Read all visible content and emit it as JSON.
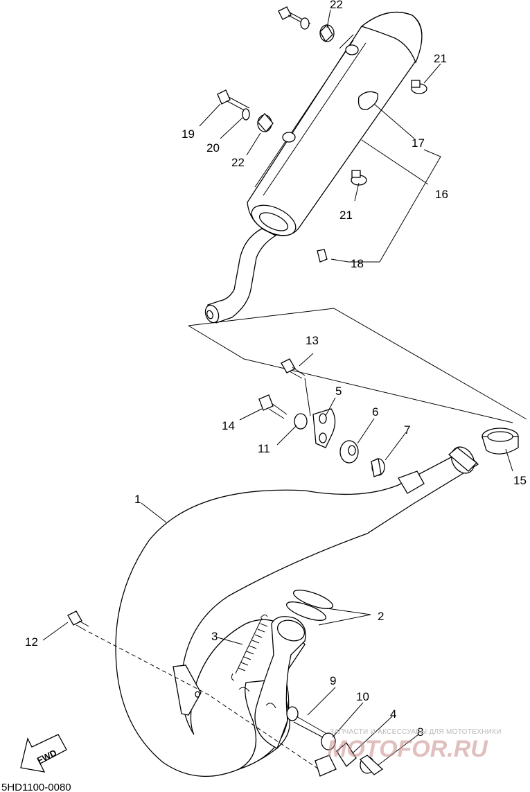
{
  "diagram": {
    "code": "5HD1100-0080",
    "fwd_label": "FWD",
    "watermark": {
      "tagline": "ЗАПЧАСТИ И АКСЕССУАРЫ ДЛЯ МОТОТЕХНИКИ",
      "logo": "МОТОFOR.RU"
    },
    "callouts": {
      "p1": "1",
      "p2": "2",
      "p3": "3",
      "p4": "4",
      "p5": "5",
      "p6": "6",
      "p7": "7",
      "p8": "8",
      "p9": "9",
      "p10": "10",
      "p11": "11",
      "p12": "12",
      "p13": "13",
      "p14": "14",
      "p15": "15",
      "p16": "16",
      "p17": "17",
      "p18": "18",
      "p19": "19",
      "p20": "20",
      "p21a": "21",
      "p21b": "21",
      "p22a": "22",
      "p22b": "22"
    }
  }
}
